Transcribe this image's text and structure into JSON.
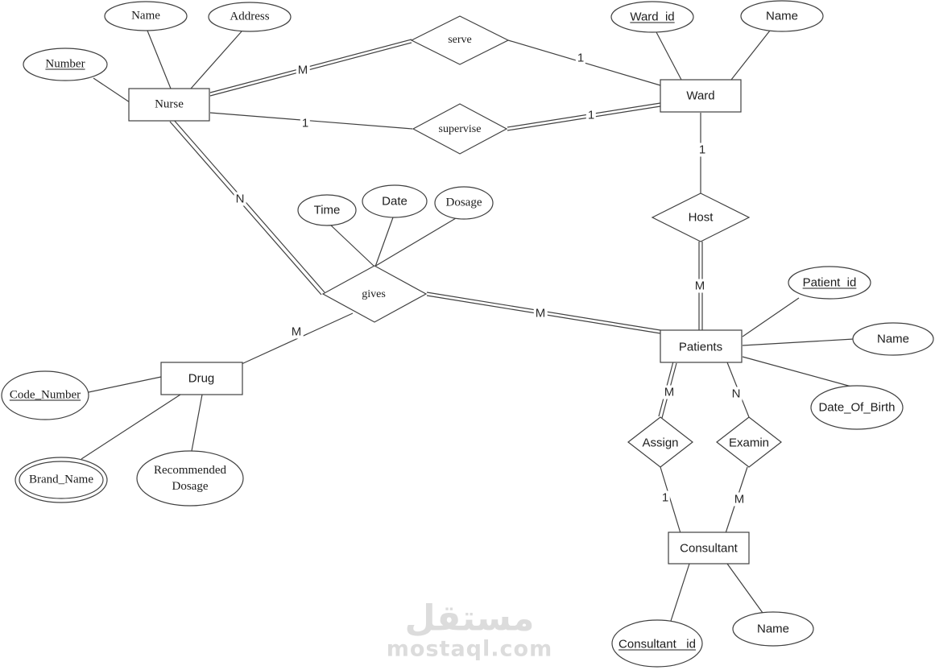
{
  "colors": {
    "stroke": "#404040",
    "text": "#1c1c1c",
    "watermark": "#dcdcdc",
    "background": "#ffffff"
  },
  "entities": [
    {
      "label": "Nurse"
    },
    {
      "label": "Ward"
    },
    {
      "label": "Drug"
    },
    {
      "label": "Patients"
    },
    {
      "label": "Consultant"
    }
  ],
  "relationships": [
    {
      "label": "serve"
    },
    {
      "label": "supervise"
    },
    {
      "label": "Host"
    },
    {
      "label": "gives"
    },
    {
      "label": "Assign"
    },
    {
      "label": "Examin"
    }
  ],
  "attributes": [
    {
      "label": "Number",
      "key": true
    },
    {
      "label": "Name"
    },
    {
      "label": "Address"
    },
    {
      "label": "Ward_id",
      "key": true
    },
    {
      "label": "Name"
    },
    {
      "label": "Time"
    },
    {
      "label": "Date"
    },
    {
      "label": "Dosage"
    },
    {
      "label": "Code_Number",
      "key": true
    },
    {
      "label": "Brand_Name",
      "multivalued": true
    },
    {
      "label": "Recommended Dosage"
    },
    {
      "label": "Patient_id",
      "key": true
    },
    {
      "label": "Name"
    },
    {
      "label": "Date_Of_Birth"
    },
    {
      "label": "Consultant _id",
      "key": true
    },
    {
      "label": "Name"
    }
  ],
  "cardinalities": [
    {
      "label": "M"
    },
    {
      "label": "1"
    },
    {
      "label": "1"
    },
    {
      "label": "1"
    },
    {
      "label": "1"
    },
    {
      "label": "M"
    },
    {
      "label": "N"
    },
    {
      "label": "M"
    },
    {
      "label": "M"
    },
    {
      "label": "M"
    },
    {
      "label": "N"
    },
    {
      "label": "1"
    },
    {
      "label": "M"
    }
  ],
  "watermark": {
    "logo": "مستقل",
    "site": "mostaql.com"
  }
}
